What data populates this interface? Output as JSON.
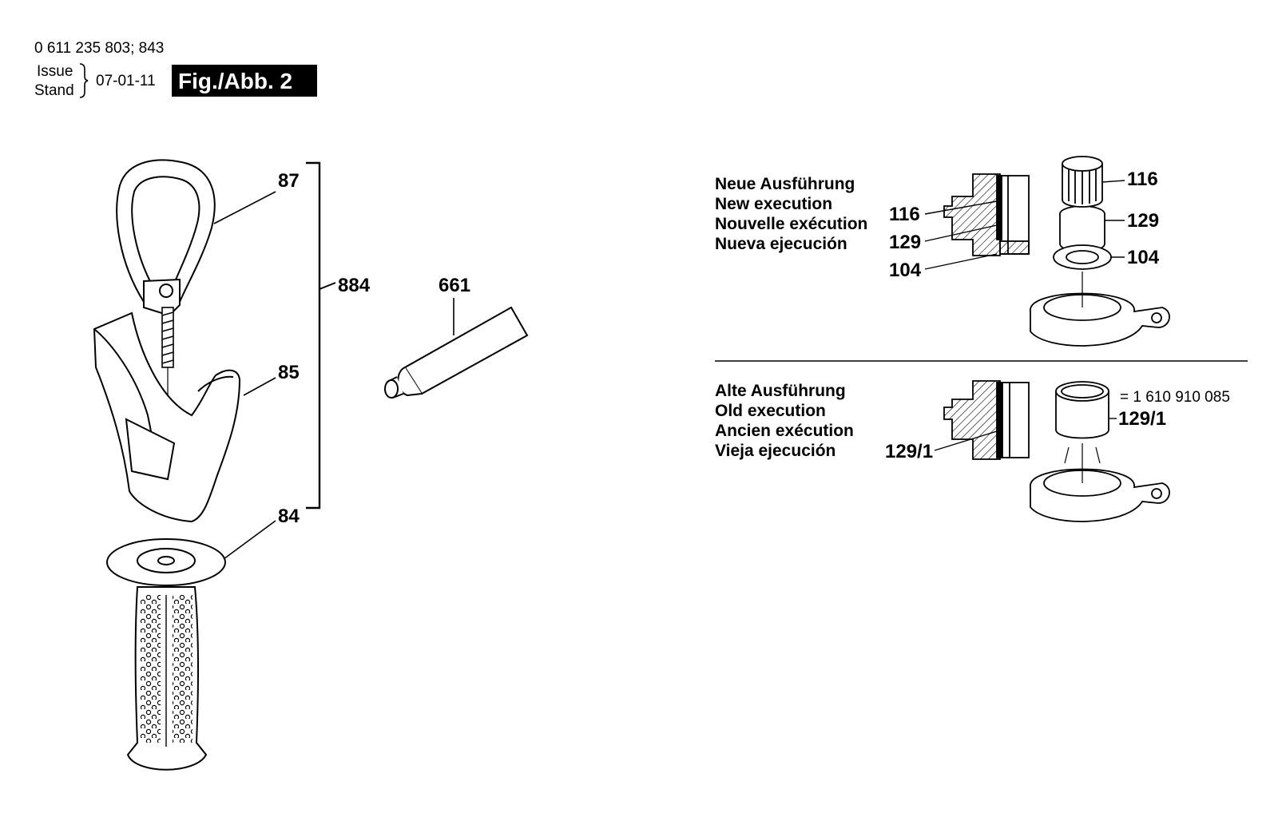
{
  "header": {
    "part_numbers": "0 611 235 803; 843",
    "issue": "Issue",
    "stand": "Stand",
    "date": "07-01-11",
    "figure": "Fig./Abb. 2"
  },
  "callouts": {
    "p87": "87",
    "p884": "884",
    "p85": "85",
    "p84": "84",
    "p661": "661"
  },
  "new_execution": {
    "lines": [
      "Neue Ausführung",
      "New execution",
      "Nouvelle exécution",
      "Nueva ejecución"
    ],
    "section_labels": [
      "116",
      "129",
      "104"
    ],
    "part_labels": [
      "116",
      "129",
      "104"
    ]
  },
  "old_execution": {
    "lines": [
      "Alte Ausführung",
      "Old execution",
      "Ancien exécution",
      "Vieja ejecución"
    ],
    "section_label": "129/1",
    "part_label": "129/1",
    "part_number": "= 1 610 910 085"
  }
}
